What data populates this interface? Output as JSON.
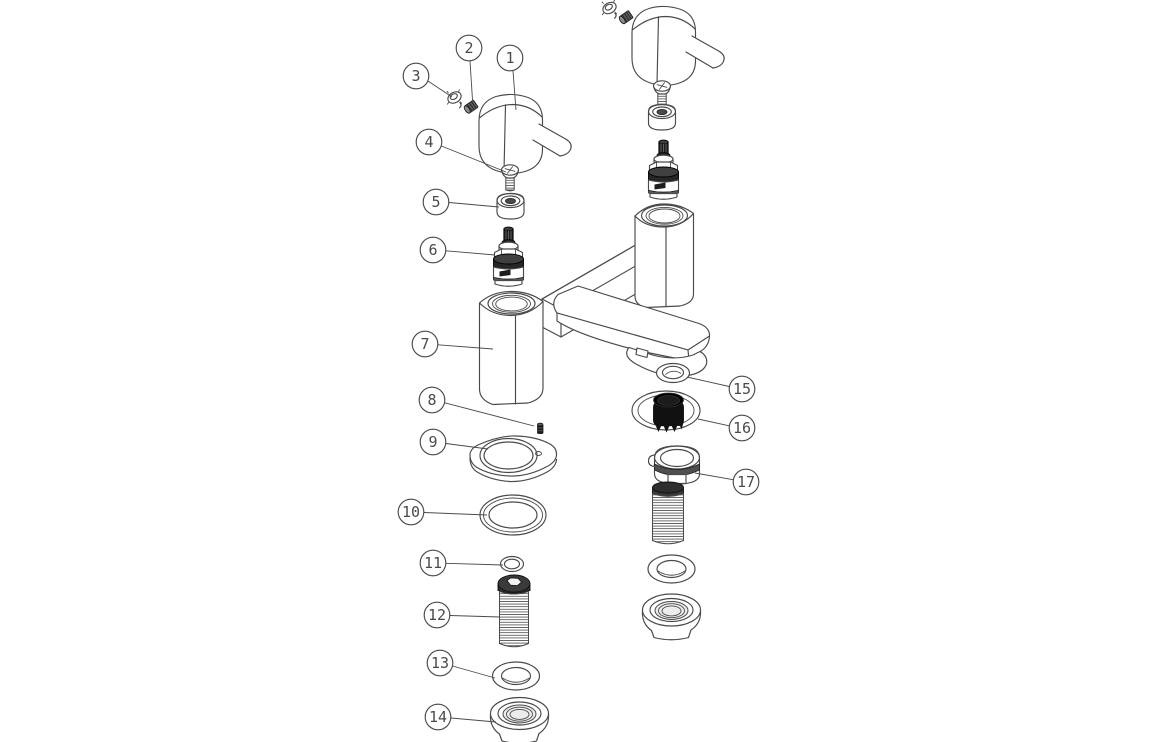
{
  "diagram": {
    "kind": "exploded-parts-diagram",
    "background_color": "#ffffff",
    "line_color": "#4a4a4a",
    "dark_fill_color": "#161616",
    "callouts": [
      {
        "label": "1"
      },
      {
        "label": "2"
      },
      {
        "label": "3"
      },
      {
        "label": "4"
      },
      {
        "label": "5"
      },
      {
        "label": "6"
      },
      {
        "label": "7"
      },
      {
        "label": "8"
      },
      {
        "label": "9"
      },
      {
        "label": "10"
      },
      {
        "label": "11"
      },
      {
        "label": "12"
      },
      {
        "label": "13"
      },
      {
        "label": "14"
      },
      {
        "label": "15"
      },
      {
        "label": "16"
      },
      {
        "label": "17"
      }
    ]
  }
}
